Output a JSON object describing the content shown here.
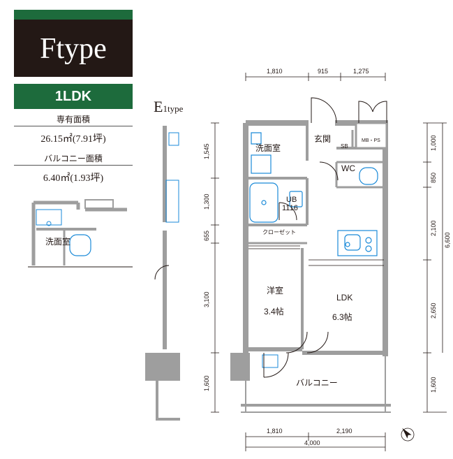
{
  "header": {
    "type_title": "Ftype",
    "plan": "1LDK"
  },
  "areas": {
    "exclusive_label": "専有面積",
    "exclusive_value": "26.15㎡(7.91坪)",
    "balcony_label": "バルコニー面積",
    "balcony_value": "6.40㎡(1.93坪)"
  },
  "neighbor_unit": {
    "label_main": "E",
    "label_num": "1",
    "label_suffix": "type",
    "washroom_label": "洗面室"
  },
  "rooms": {
    "entrance": "玄関",
    "sb": "SB",
    "mbps": "MB・PS",
    "washroom": "洗面室",
    "wc": "WC",
    "ub_line1": "UB",
    "ub_line2": "1116",
    "closet": "クローゼット",
    "western_name": "洋室",
    "western_size": "3.4帖",
    "ldk_name": "LDK",
    "ldk_size": "6.3帖",
    "balcony": "バルコニー"
  },
  "dimensions": {
    "top": [
      "1,810",
      "915",
      "1,275"
    ],
    "bottom": [
      "1,810",
      "2,190"
    ],
    "bottom_total": "4,000",
    "left": [
      "1,545",
      "1,300",
      "655",
      "3,100",
      "1,600"
    ],
    "right": [
      "1,000",
      "850",
      "2,100",
      "2,650",
      "1,600"
    ],
    "right_total": "6,600"
  },
  "colors": {
    "brand_green": "#1d6b3c",
    "header_dark": "#231815",
    "wall_gray": "#9e9e9e",
    "fixture_blue": "#1a8ad8"
  }
}
